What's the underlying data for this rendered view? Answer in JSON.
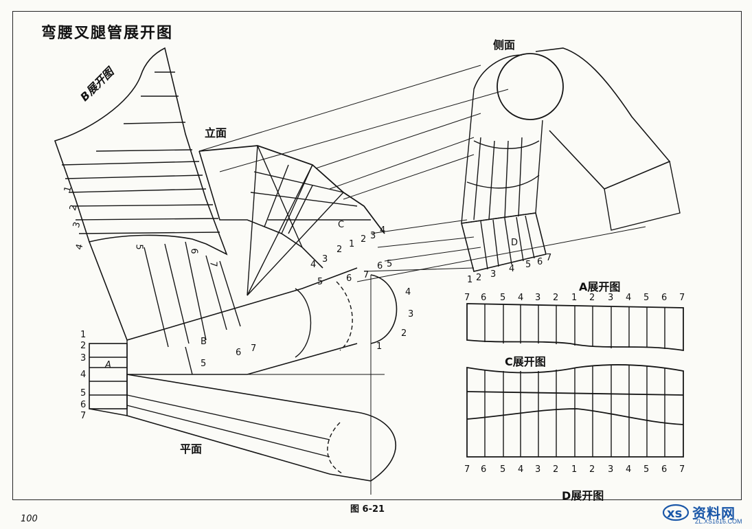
{
  "title": "弯腰叉腿管展开图",
  "labels": {
    "b_unfold": "B展开图",
    "elevation": "立面",
    "side": "侧面",
    "plan": "平面",
    "a_unfold": "A展开图",
    "c_unfold": "C展开图",
    "d_unfold": "D展开图",
    "part_a": "A",
    "part_b": "B",
    "part_c": "C",
    "part_d": "D"
  },
  "caption": "图 6-21",
  "page_number": "100",
  "watermark": {
    "text": "资料网",
    "sub": "ZL.XS1616.COM"
  },
  "a_scale": [
    "7",
    "6",
    "5",
    "4",
    "3",
    "2",
    "1",
    "2",
    "3",
    "4",
    "5",
    "6",
    "7"
  ],
  "d_scale": [
    "7",
    "6",
    "5",
    "4",
    "3",
    "2",
    "1",
    "2",
    "3",
    "4",
    "5",
    "6",
    "7"
  ],
  "left_numbers": [
    "1",
    "2",
    "3",
    "4",
    "5",
    "6",
    "7"
  ],
  "b_side_numbers": [
    "1",
    "2",
    "3",
    "4"
  ],
  "d_numbers": [
    "1",
    "2",
    "3",
    "4",
    "5",
    "6",
    "7"
  ],
  "elev_numbers": [
    "5",
    "6",
    "7"
  ],
  "b_numbers": [
    "5",
    "6",
    "7"
  ],
  "c_numbers": [
    "1",
    "2",
    "3",
    "4"
  ],
  "arc_numbers": [
    "1",
    "2",
    "3",
    "4"
  ],
  "c_inner_numbers": [
    "2",
    "1",
    "2",
    "3",
    "4"
  ],
  "c_lower_numbers": [
    "4",
    "3",
    "6",
    "5"
  ],
  "c_mid_numbers": [
    "5",
    "6",
    "7"
  ]
}
